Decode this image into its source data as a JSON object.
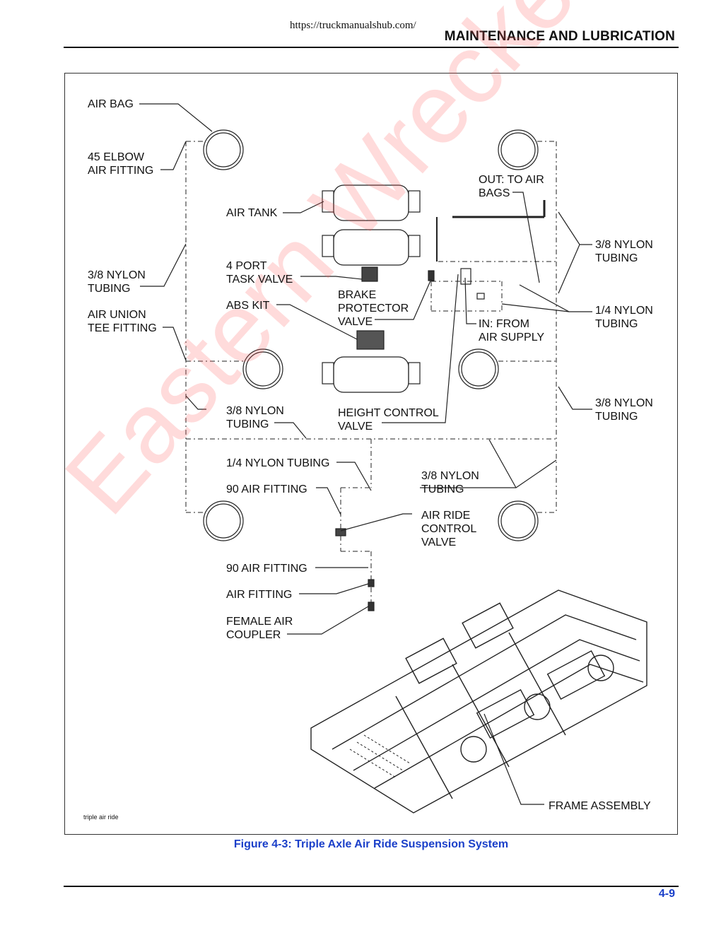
{
  "header": {
    "url": "https://truckmanualshub.com/",
    "section_title": "MAINTENANCE AND LUBRICATION"
  },
  "figure": {
    "labels": {
      "air_bag": "AIR BAG",
      "elbow_45_l1": "45 ELBOW",
      "elbow_45_l2": "AIR FITTING",
      "air_tank": "AIR TANK",
      "out_l1": "OUT: TO AIR",
      "out_l2": "BAGS",
      "nylon38_tr_l1": "3/8 NYLON",
      "nylon38_tr_l2": "TUBING",
      "port4_l1": "4 PORT",
      "port4_l2": "TASK VALVE",
      "nylon38_l_l1": "3/8 NYLON",
      "nylon38_l_l2": "TUBING",
      "brake_l1": "BRAKE",
      "brake_l2": "PROTECTOR",
      "brake_l3": "VALVE",
      "abs_kit": "ABS KIT",
      "nylon14_r_l1": "1/4 NYLON",
      "nylon14_r_l2": "TUBING",
      "union_l1": "AIR UNION",
      "union_l2": "TEE FITTING",
      "in_l1": "IN: FROM",
      "in_l2": "AIR SUPPLY",
      "nylon38_mid_l1": "3/8 NYLON",
      "nylon38_mid_l2": "TUBING",
      "height_l1": "HEIGHT CONTROL",
      "height_l2": "VALVE",
      "nylon38_r_l1": "3/8 NYLON",
      "nylon38_r_l2": "TUBING",
      "nylon14_tubing": "1/4 NYLON TUBING",
      "nylon38_b_l1": "3/8 NYLON",
      "nylon38_b_l2": "TUBING",
      "air90_1": "90 AIR FITTING",
      "ride_l1": "AIR RIDE",
      "ride_l2": "CONTROL",
      "ride_l3": "VALVE",
      "air90_2": "90 AIR FITTING",
      "air_fitting": "AIR FITTING",
      "coupler_l1": "FEMALE AIR",
      "coupler_l2": "COUPLER",
      "frame": "FRAME ASSEMBLY"
    },
    "file_tag": "triple air ride",
    "caption": "Figure 4-3:  Triple Axle Air Ride Suspension System"
  },
  "watermark": "Eastern Wrecker Sales Inc",
  "footer": {
    "page_number": "4-9"
  }
}
